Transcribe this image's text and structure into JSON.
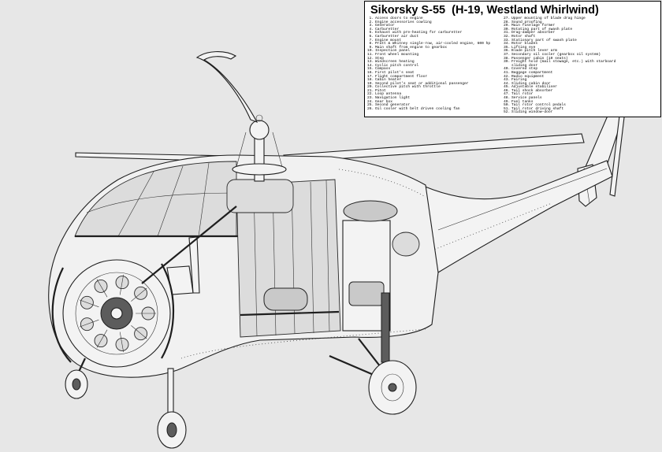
{
  "colors": {
    "background": "#e7e7e7",
    "ink": "#1e1e1e",
    "legend_background": "#ffffff"
  },
  "legend": {
    "title": "Sikorsky S-55  (H-19, Westland Whirlwind)",
    "items_left": [
      {
        "num": "1.",
        "text": "Access doors to engine"
      },
      {
        "num": "2.",
        "text": "Engine accessories cowling"
      },
      {
        "num": "3.",
        "text": "Generator"
      },
      {
        "num": "4.",
        "text": "Carburetter"
      },
      {
        "num": "5.",
        "text": "Exhaust with pre-heating for carburetter"
      },
      {
        "num": "6.",
        "text": "Carburetter air duct"
      },
      {
        "num": "7.",
        "text": "Engine mount"
      },
      {
        "num": "8.",
        "text": "Pratt & Whitney single-row, air-cooled engine, 600 hp"
      },
      {
        "num": "9.",
        "text": "Main shaft from engine to gearbox"
      },
      {
        "num": "10.",
        "text": "Inspection panel"
      },
      {
        "num": "11.",
        "text": "Front wheel mounting"
      },
      {
        "num": "12.",
        "text": "Step"
      },
      {
        "num": "13.",
        "text": "Windscreen heating"
      },
      {
        "num": "14.",
        "text": "Cyclic pitch control"
      },
      {
        "num": "15.",
        "text": "Compass"
      },
      {
        "num": "16.",
        "text": "First pilot's seat"
      },
      {
        "num": "17.",
        "text": "Flight compartment floor"
      },
      {
        "num": "18.",
        "text": "Cabin heater"
      },
      {
        "num": "19.",
        "text": "Second pilot's seat or additional passenger"
      },
      {
        "num": "20.",
        "text": "Collective pitch with throttle"
      },
      {
        "num": "21.",
        "text": "Pitot"
      },
      {
        "num": "22.",
        "text": "Loop antenna"
      },
      {
        "num": "23.",
        "text": "Navigation light"
      },
      {
        "num": "24.",
        "text": "Gear box"
      },
      {
        "num": "25.",
        "text": "Second generator"
      },
      {
        "num": "26.",
        "text": "Oil cooler with belt driven cooling fan"
      }
    ],
    "items_right": [
      {
        "num": "27.",
        "text": "Upper mounting of blade drag hinge"
      },
      {
        "num": "28.",
        "text": "Sound proofing"
      },
      {
        "num": "29.",
        "text": "Main fuselage former"
      },
      {
        "num": "30.",
        "text": "Rotating part of swash plate"
      },
      {
        "num": "31.",
        "text": "Drag-damper absorber"
      },
      {
        "num": "32.",
        "text": "Rotor shaft"
      },
      {
        "num": "33.",
        "text": "Stationary part of swash plate"
      },
      {
        "num": "34.",
        "text": "Rotor blades"
      },
      {
        "num": "35.",
        "text": "Lifting eye"
      },
      {
        "num": "36.",
        "text": "Blade pitch lever arm"
      },
      {
        "num": "37.",
        "text": "Secondary oil cooler (gearbox oil system)"
      },
      {
        "num": "38.",
        "text": "Passenger cabin (10 seats)"
      },
      {
        "num": "39.",
        "text": "Freight hold (mail stowage, etc.) with starboard sliding door"
      },
      {
        "num": "40.",
        "text": "Covered step"
      },
      {
        "num": "41.",
        "text": "Baggage compartment"
      },
      {
        "num": "42.",
        "text": "Radio equipment"
      },
      {
        "num": "43.",
        "text": "Fairing"
      },
      {
        "num": "44.",
        "text": "Sliding cabin door"
      },
      {
        "num": "45.",
        "text": "Adjustable stabiliser"
      },
      {
        "num": "46.",
        "text": "Tail shock absorber"
      },
      {
        "num": "47.",
        "text": "Tail rotor"
      },
      {
        "num": "48.",
        "text": "Service panels"
      },
      {
        "num": "49.",
        "text": "Fuel tanks"
      },
      {
        "num": "50.",
        "text": "Tail rotor control pedals"
      },
      {
        "num": "51.",
        "text": "Tail rotor driving shaft"
      },
      {
        "num": "52.",
        "text": "Sliding window-door"
      }
    ]
  }
}
